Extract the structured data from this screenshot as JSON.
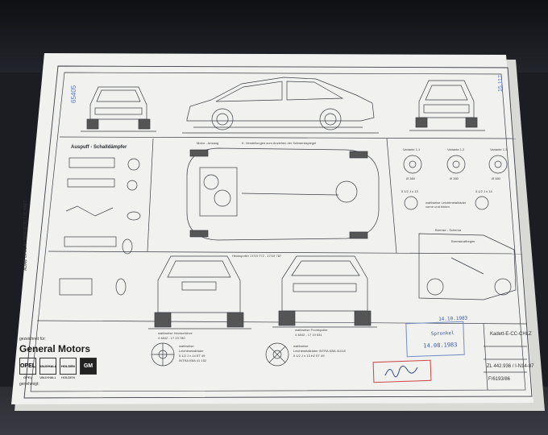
{
  "sheet": {
    "drawing_number": "65405",
    "corner_id": "15.117",
    "vertical_company": "ADAM OPEL AKTIENGESELLSCHAFT"
  },
  "sections": {
    "exhaust_title": "Auspuff - Schalldämpfer",
    "variants": [
      "Variante 1.1",
      "Variante 1.2",
      "Variante 1.3"
    ],
    "variant_dims": [
      "Ø 380",
      "Ø 380",
      "Ø 380"
    ],
    "wheel_size_left": "5 1/2 J x 13",
    "wheel_size_right": "5 1/2 J x 14",
    "optional_wheels_label": "wahlweise Leichtmetallräder vorne und hinten",
    "brake_scheme": "Bremse - Schema",
    "brake_regulator": "Bremskraftregler",
    "top_view_label": "Motor - Ansaug",
    "roof_label": "K. Verstellungen zum Anziehen der Schwenkspiegel",
    "rear_spoiler": "wahlweise Heckschürze",
    "rear_spoiler_code": "4 4842 - 17 19 780",
    "front_spoiler": "wahlweise Frontspoiler",
    "front_spoiler_code": "4 4842 - 17 19 531",
    "rear_spoiler_view": "Heckspoiler 17/19 772 - 17/19 787",
    "wheel_left_title": "wahlweise",
    "wheel_left_lines": [
      "Leichtmetallräder",
      "5 1/2 J x 14  ET 49",
      "INTRA  KBA 41 152"
    ],
    "wheel_right_title": "wahlweise",
    "wheel_right_lines": [
      "Leichtmetallräder  INTRA KBA 41018",
      "5 1/2 J x 13 H2   ET 49"
    ]
  },
  "title_block": {
    "drawn_for": "gezeichnet für:",
    "brand": "General Motors",
    "logos": [
      "OPEL",
      "VAUXHALL",
      "HOLDEN",
      "GM"
    ],
    "logo_labels": [
      "OPEL",
      "VAUXHALL",
      "HOLDEN",
      ""
    ],
    "approved": "genehmigt:",
    "model": "Kadett-E-CC-CHLZ",
    "drawing_code": "ZL 442.936 / I-N14-87",
    "sheet_code": "F/6193/86",
    "stamp_blue_line1": "14.10.1983",
    "stamp_blue_line2": "Spronkel",
    "stamp_blue_line3": "14.08.1983"
  }
}
